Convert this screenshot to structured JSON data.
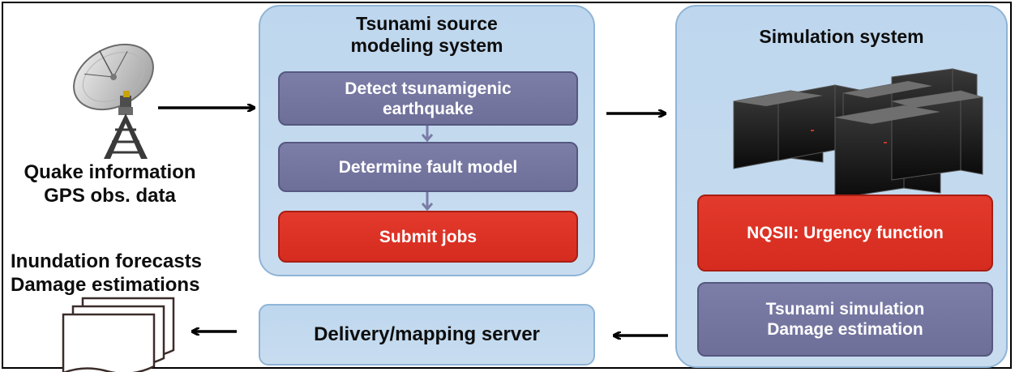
{
  "source_panel": {
    "title_line1": "Tsunami source",
    "title_line2": "modeling system",
    "steps": [
      {
        "line1": "Detect tsunamigenic",
        "line2": "earthquake",
        "color": "gray"
      },
      {
        "line1": "Determine fault model",
        "color": "gray"
      },
      {
        "line1": "Submit jobs",
        "color": "red"
      }
    ]
  },
  "simulation_panel": {
    "title": "Simulation system",
    "urgency": "NQSII: Urgency function",
    "sim_line1": "Tsunami simulation",
    "sim_line2": "Damage estimation"
  },
  "input_label": {
    "line1": "Quake information",
    "line2": "GPS obs. data"
  },
  "output_label": {
    "line1": "Inundation forecasts",
    "line2": "Damage estimations"
  },
  "delivery_server": "Delivery/mapping server",
  "colors": {
    "panel": "#c3d9ee",
    "gray_box": "#75779f",
    "red_box": "#dc3325"
  }
}
